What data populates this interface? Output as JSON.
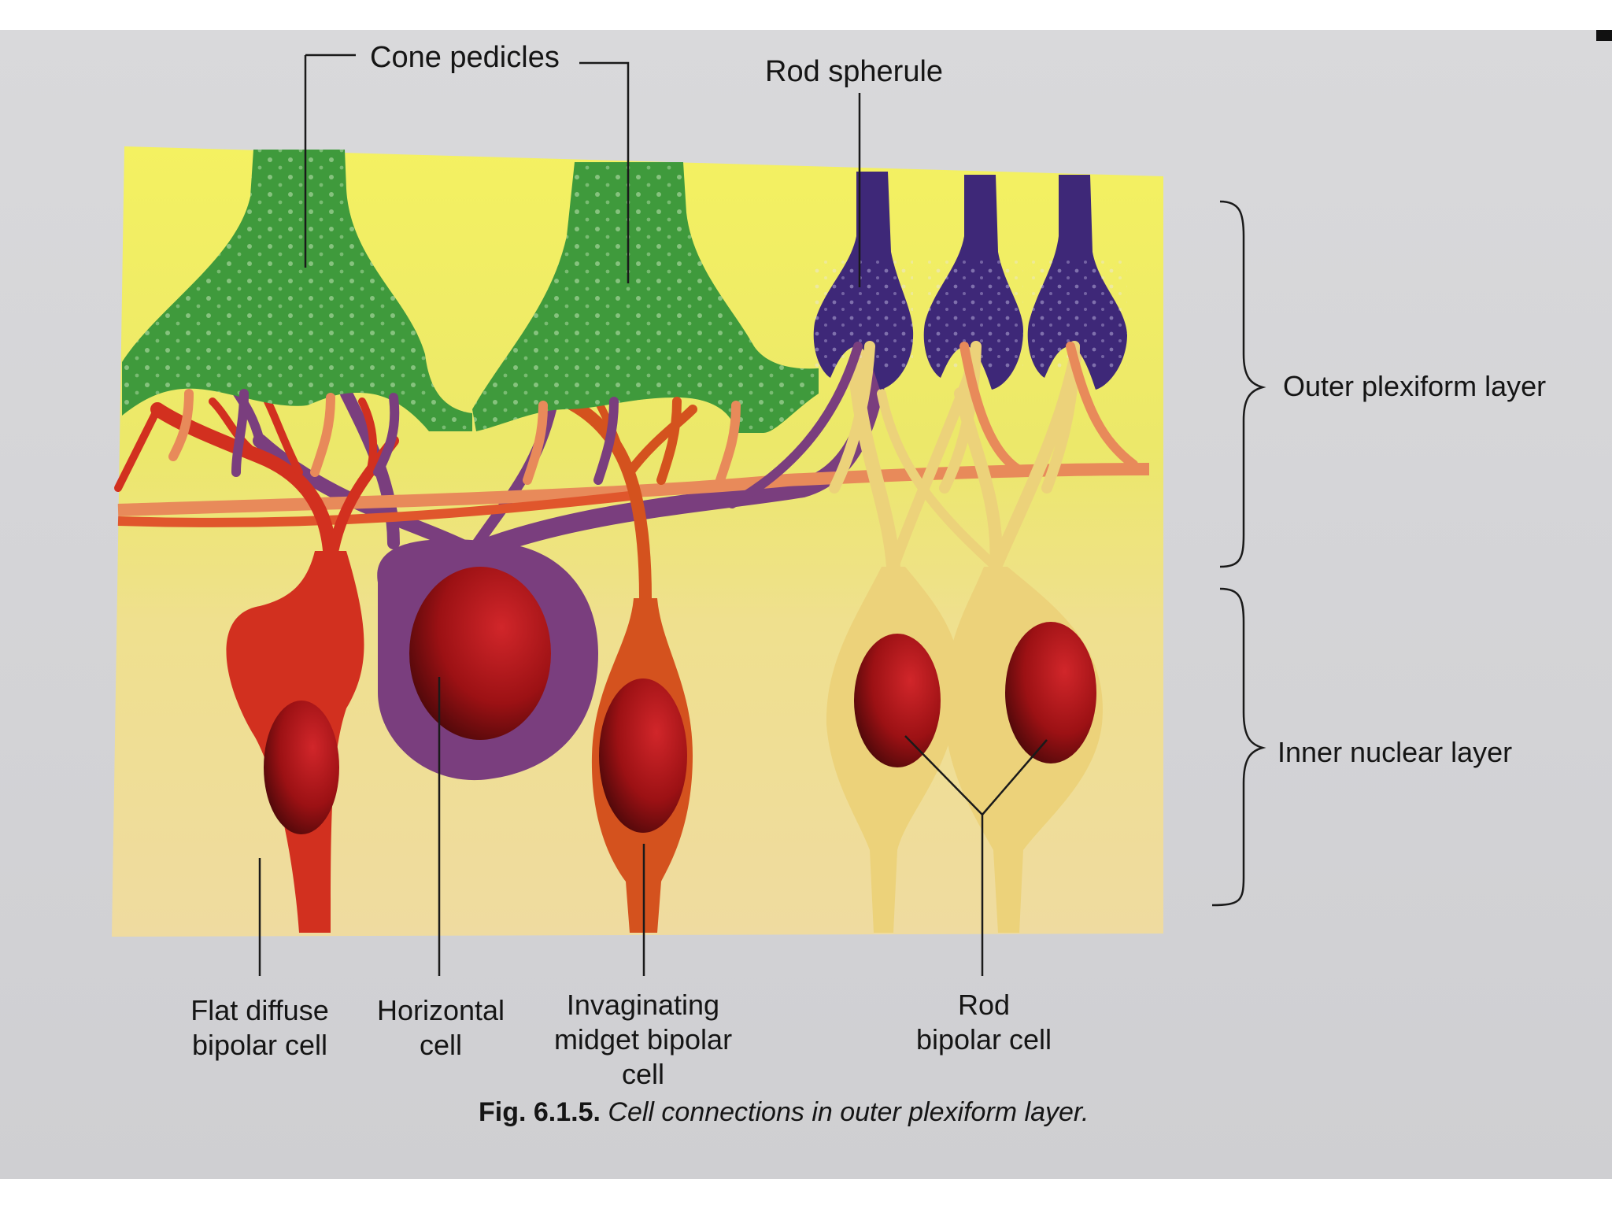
{
  "labels": {
    "cone_pedicles": "Cone pedicles",
    "rod_spherule": "Rod spherule",
    "outer_plexiform_layer": "Outer plexiform layer",
    "inner_nuclear_layer": "Inner nuclear layer",
    "flat_diffuse_bipolar": "Flat diffuse\nbipolar cell",
    "horizontal_cell": "Horizontal\ncell",
    "invaginating_midget_bipolar": "Invaginating\nmidget bipolar\ncell",
    "rod_bipolar_cell": "Rod\nbipolar cell"
  },
  "caption": {
    "number": "Fig. 6.1.5.",
    "text": "Cell connections in outer plexiform layer."
  },
  "colors": {
    "cone": "#3f9a3c",
    "rod": "#3e2878",
    "flat_diffuse_bipolar": "#d2301f",
    "horizontal": "#7a3e7e",
    "midget_bipolar": "#d4521e",
    "rod_bipolar": "#ecd27a",
    "nucleus": "#8e0f12",
    "background_top": "#f2ef5e",
    "background_bottom": "#efe19a"
  }
}
